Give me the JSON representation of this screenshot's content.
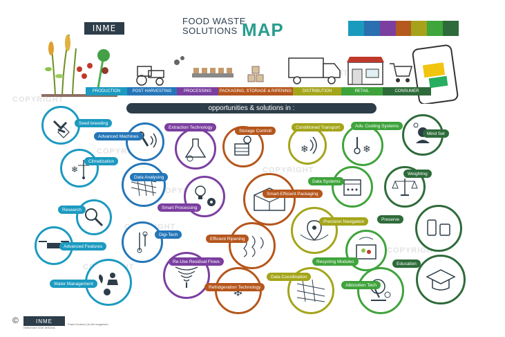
{
  "header": {
    "logo_text": "INME",
    "title_line1": "FOOD WASTE",
    "title_line2": "SOLUTIONS",
    "title_map": "MAP",
    "colors": [
      "#1a9bbd",
      "#2a6fb0",
      "#7b3fa0",
      "#b55a1e",
      "#a6a21b",
      "#3ea63a",
      "#2e6b3a"
    ]
  },
  "chain": [
    {
      "label": "PRODUCTION",
      "color": "#1c9ac0"
    },
    {
      "label": "POST HARVESTING",
      "color": "#2476b8"
    },
    {
      "label": "PROCESSING",
      "color": "#7b3fa0"
    },
    {
      "label": "PACKAGING, STORAGE & RIPENING",
      "color": "#b5561c"
    },
    {
      "label": "DISTRIBUTION",
      "color": "#a4a51a"
    },
    {
      "label": "RETAIL",
      "color": "#3fa33c"
    },
    {
      "label": "CONSUMER",
      "color": "#2e6b3a"
    }
  ],
  "subtitle": "opportunities & solutions in :",
  "solutions": [
    {
      "label": "Seed breeding",
      "color": "#1c9ac0"
    },
    {
      "label": "Advanced Machines",
      "color": "#2476b8"
    },
    {
      "label": "Extraction Technology",
      "color": "#7b3fa0"
    },
    {
      "label": "Storage Controll",
      "color": "#b5561c"
    },
    {
      "label": "Conditioned Transport",
      "color": "#a4a51a"
    },
    {
      "label": "Adv. Cooling Systems",
      "color": "#3fa33c"
    },
    {
      "label": "Mind Set",
      "color": "#2e6b3a"
    },
    {
      "label": "Climatization",
      "color": "#1c9ac0"
    },
    {
      "label": "Data Analysing",
      "color": "#2476b8"
    },
    {
      "label": "Smart Processing",
      "color": "#7b3fa0"
    },
    {
      "label": "Smart-Efficient Packaging",
      "color": "#b5561c"
    },
    {
      "label": "Data Systems",
      "color": "#3fa33c"
    },
    {
      "label": "Weighting",
      "color": "#2e6b3a"
    },
    {
      "label": "Research",
      "color": "#1c9ac0"
    },
    {
      "label": "Precision Navigation",
      "color": "#a4a51a"
    },
    {
      "label": "Preserve",
      "color": "#2e6b3a"
    },
    {
      "label": "Digi-Tech",
      "color": "#2476b8"
    },
    {
      "label": "Efficient Ripening",
      "color": "#b5561c"
    },
    {
      "label": "Advanced Features",
      "color": "#1c9ac0"
    },
    {
      "label": "Recycling Modules",
      "color": "#3fa33c"
    },
    {
      "label": "Re-Use Residual Flows",
      "color": "#7b3fa0"
    },
    {
      "label": "Education",
      "color": "#2e6b3a"
    },
    {
      "label": "Water Management",
      "color": "#1c9ac0"
    },
    {
      "label": "Data Coordination",
      "color": "#a4a51a"
    },
    {
      "label": "Refridgeration Technology",
      "color": "#b5561c"
    },
    {
      "label": "Albiciotien Tech",
      "color": "#3fa33c"
    }
  ],
  "watermark": "COPYRIGHT",
  "footer": {
    "copyright_symbol": "©",
    "logo_text": "INME",
    "logo_sub": "INNOVATION MEDIA",
    "credit": "Frank Donkers (In-Me magazine)"
  }
}
